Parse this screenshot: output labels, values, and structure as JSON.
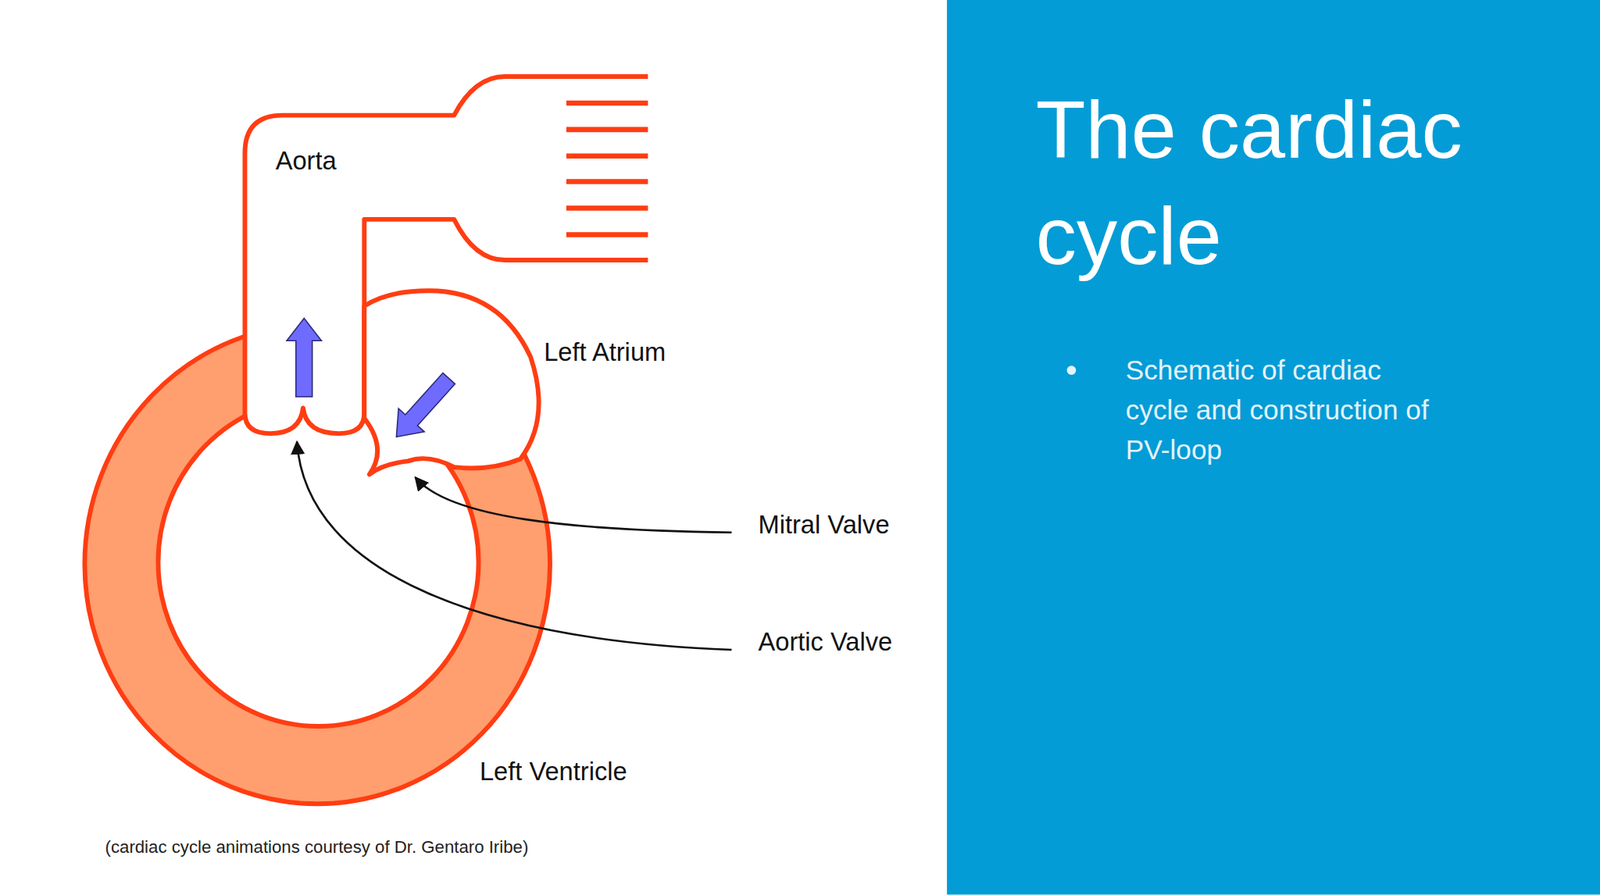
{
  "diagram": {
    "title": "The cardiac cycle",
    "caption": "(cardiac cycle animations courtesy of Dr. Gentaro Iribe)",
    "nodes": [
      {
        "text": [
          "Aorta"
        ]
      },
      {
        "text": [
          "Left Atrium"
        ]
      },
      {
        "text": [
          "Left Ventricle"
        ]
      }
    ],
    "labels": [
      "Schematic of cardiac cycle and construction of PV-loop",
      "Mitral Valve",
      "Aortic Valve"
    ]
  }
}
